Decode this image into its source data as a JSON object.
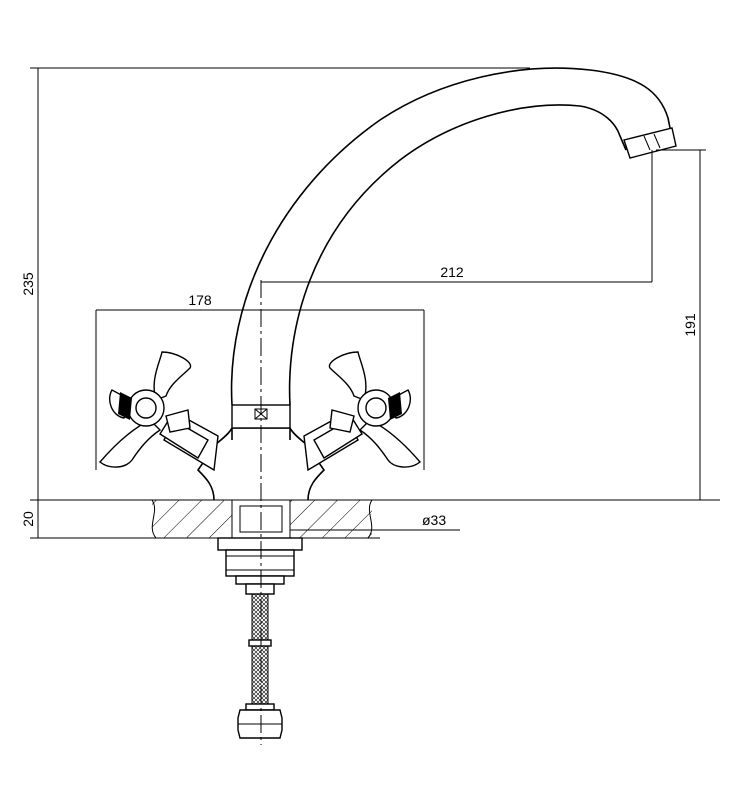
{
  "drawing": {
    "type": "technical-drawing",
    "subject": "two-handle kitchen faucet",
    "line_color": "#000000",
    "background": "#ffffff"
  },
  "dimensions": {
    "total_height": "235",
    "base_thickness": "20",
    "handles_span": "178",
    "spout_reach": "212",
    "spout_height": "191",
    "mount_hole": "ø33"
  }
}
